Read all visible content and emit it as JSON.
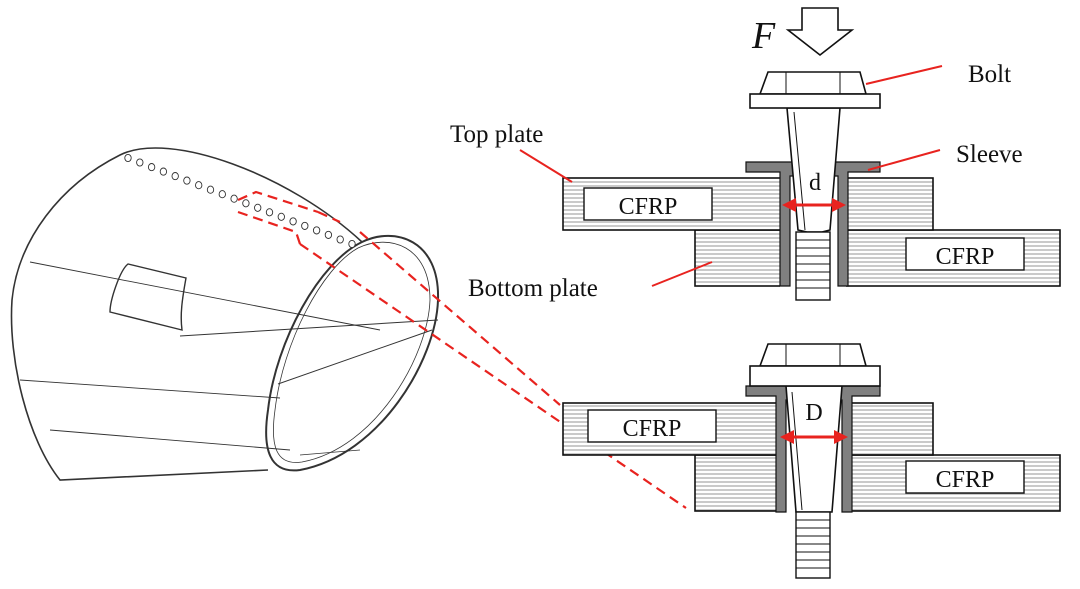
{
  "labels": {
    "force": "F",
    "bolt": "Bolt",
    "sleeve": "Sleeve",
    "top_plate": "Top plate",
    "bottom_plate": "Bottom plate",
    "material_top_upper": "CFRP",
    "material_bottom_upper": "CFRP",
    "material_top_lower": "CFRP",
    "material_bottom_lower": "CFRP",
    "dimension_small": "d",
    "dimension_large": "D"
  },
  "colors": {
    "line": "#111111",
    "leader": "#e8231f",
    "sleeve_fill": "#7f7f7f",
    "hatch": "#555555",
    "background": "#ffffff"
  }
}
